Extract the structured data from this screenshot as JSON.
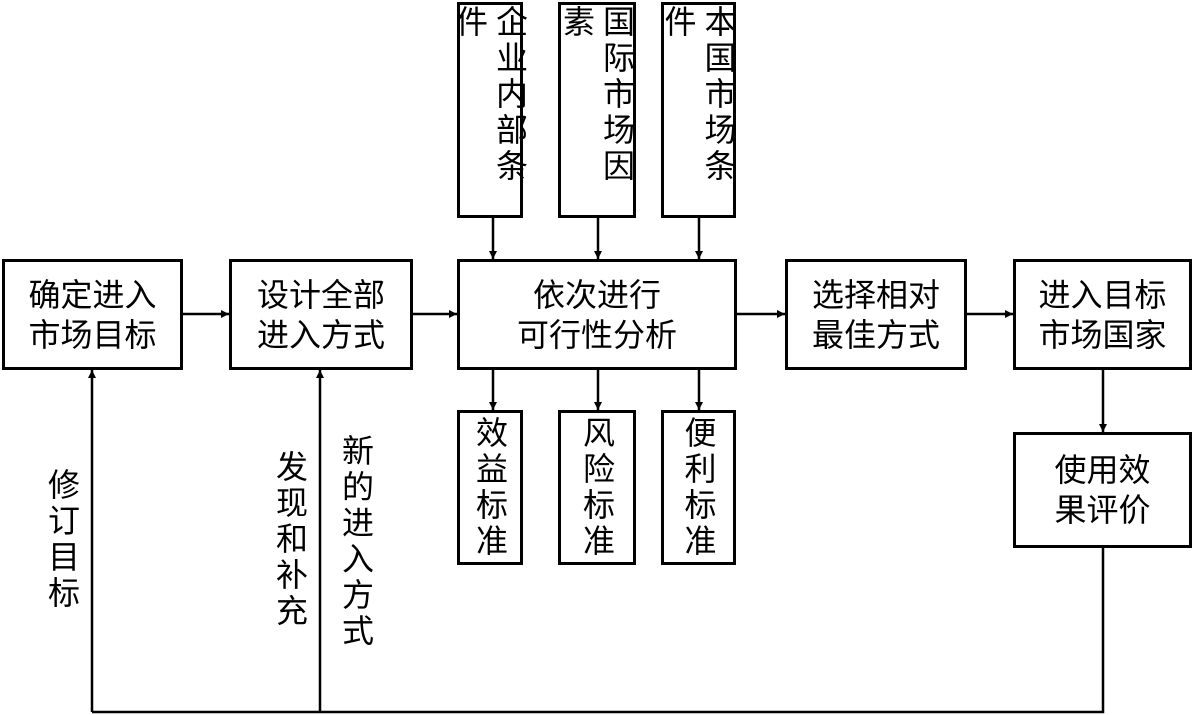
{
  "main_flow": {
    "define_target": [
      "确定进入",
      "市场目标"
    ],
    "design_modes": [
      "设计全部",
      "进入方式"
    ],
    "analysis": [
      "依次进行",
      "可行性分析"
    ],
    "select_best": [
      "选择相对",
      "最佳方式"
    ],
    "enter_country": [
      "进入目标",
      "市场国家"
    ],
    "evaluate": [
      "使用效",
      "果评价"
    ]
  },
  "factors": {
    "internal": "企业内部条件",
    "international": "国际市场因素",
    "domestic": "本国市场条件"
  },
  "criteria": {
    "benefit": "效益标准",
    "risk": "风险标准",
    "convenience": "便利标准"
  },
  "feedback": {
    "revise_target": "修订目标",
    "discover": "发现和补充",
    "new_modes": "新的进入方式"
  }
}
